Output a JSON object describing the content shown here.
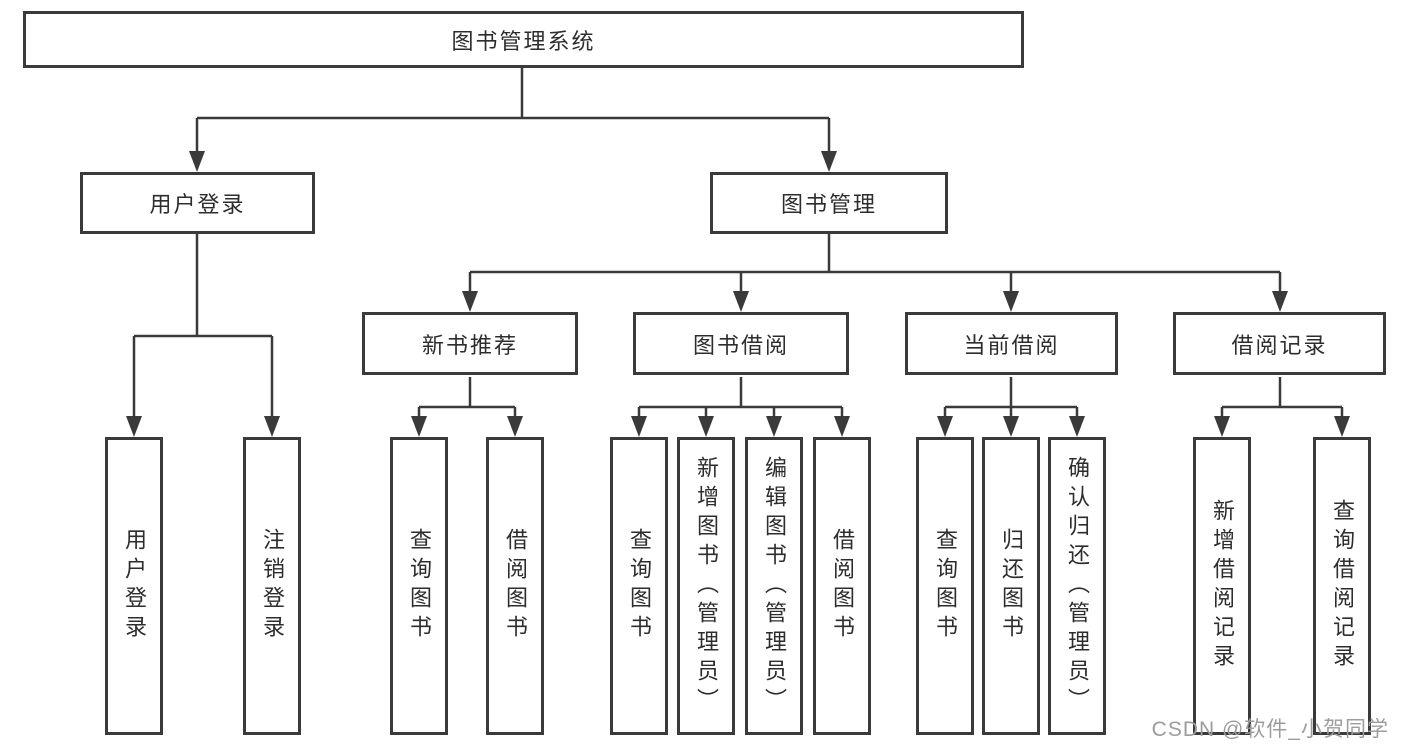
{
  "diagram": {
    "type": "tree",
    "root": {
      "label": "图书管理系统"
    },
    "level2": {
      "user_login": {
        "label": "用户登录"
      },
      "book_management": {
        "label": "图书管理"
      }
    },
    "level3": {
      "new_book_recommend": {
        "label": "新书推荐"
      },
      "book_borrowing": {
        "label": "图书借阅"
      },
      "current_borrowing": {
        "label": "当前借阅"
      },
      "borrowing_records": {
        "label": "借阅记录"
      }
    },
    "leaves": {
      "user_login": {
        "label": "用户登录"
      },
      "logout": {
        "label": "注销登录"
      },
      "nb_query_books": {
        "label": "查询图书"
      },
      "nb_borrow_books": {
        "label": "借阅图书"
      },
      "bb_query_books": {
        "label": "查询图书"
      },
      "bb_add_books_admin": {
        "label": "新增图书（管理员）"
      },
      "bb_edit_books_admin": {
        "label": "编辑图书（管理员）"
      },
      "bb_borrow_books": {
        "label": "借阅图书"
      },
      "cb_query_books": {
        "label": "查询图书"
      },
      "cb_return_books": {
        "label": "归还图书"
      },
      "cb_confirm_return_admin": {
        "label": "确认归还（管理员）"
      },
      "rec_add_record": {
        "label": "新增借阅记录"
      },
      "rec_query_record": {
        "label": "查询借阅记录"
      }
    },
    "hierarchy": {
      "图书管理系统": [
        "用户登录",
        "图书管理"
      ],
      "用户登录": [
        "用户登录",
        "注销登录"
      ],
      "图书管理": [
        "新书推荐",
        "图书借阅",
        "当前借阅",
        "借阅记录"
      ],
      "新书推荐": [
        "查询图书",
        "借阅图书"
      ],
      "图书借阅": [
        "查询图书",
        "新增图书（管理员）",
        "编辑图书（管理员）",
        "借阅图书"
      ],
      "当前借阅": [
        "查询图书",
        "归还图书",
        "确认归还（管理员）"
      ],
      "借阅记录": [
        "新增借阅记录",
        "查询借阅记录"
      ]
    },
    "colors": {
      "line": "#3a3a3a",
      "box_border": "#3a3a3a",
      "text": "#2d2d2d",
      "background": "#ffffff",
      "watermark": "#9c9c9c"
    }
  },
  "watermark": {
    "text": "CSDN @软件_小贺同学"
  }
}
